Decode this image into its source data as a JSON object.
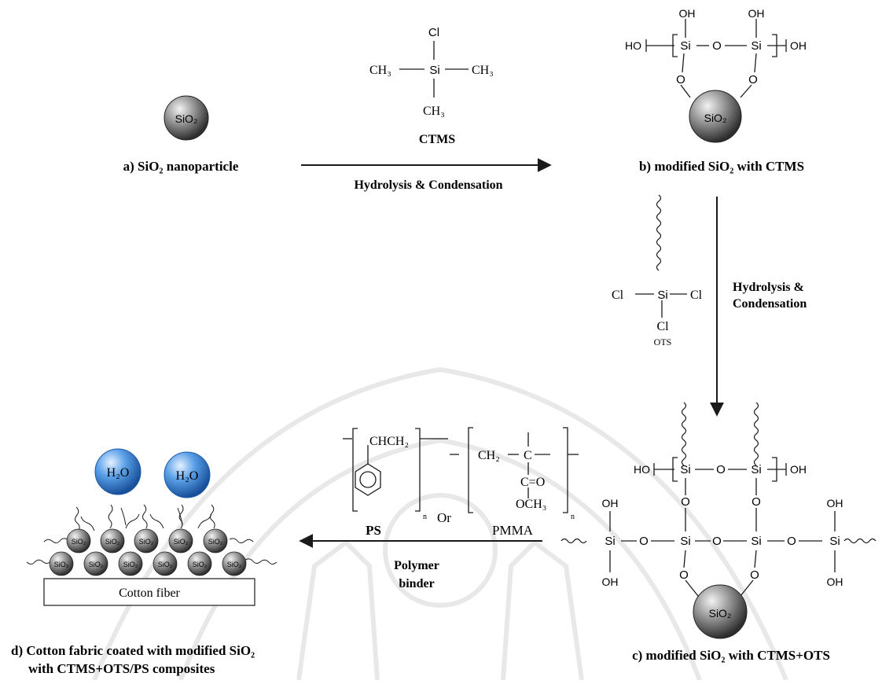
{
  "colors": {
    "sphere_gray": "#8a8a8a",
    "sphere_dark": "#3c3c3c",
    "water_blue": "#4a8fd8",
    "water_dark": "#1d5aa8",
    "ink": "#1a1a1a",
    "watermark": "#e6e6e6"
  },
  "labels": {
    "a": "a) SiO₂ nanoparticle",
    "b": "b) modified SiO₂ with CTMS",
    "c": "c) modified SiO₂ with CTMS+OTS",
    "d_line1": "d) Cotton fabric coated with modified SiO₂",
    "d_line2": "with CTMS+OTS/PS composites",
    "ctms": "CTMS",
    "step1": "Hydrolysis & Condensation",
    "step2_line1": "Hydrolysis &",
    "step2_line2": "Condensation",
    "step3_line1": "Polymer",
    "step3_line2": "binder",
    "ps": "PS",
    "pmma": "PMMA",
    "or": "Or",
    "ots": "OTS",
    "cotton": "Cotton fiber"
  },
  "chem": {
    "sio2": "SiO₂",
    "si": "Si",
    "o": "O",
    "oh": "OH",
    "ho": "HO",
    "cl": "Cl",
    "ch3": "CH₃",
    "h2o": "H₂O",
    "chch2": "CHCH₂",
    "ch2": "CH₂",
    "c": "C",
    "co": "C=O",
    "och3": "OCH₃",
    "n": "n"
  },
  "icons": [
    "sio2-sphere-icon",
    "water-droplet-icon",
    "benzene-ring-icon",
    "alkyl-chain-icon",
    "reaction-arrow-icon"
  ]
}
